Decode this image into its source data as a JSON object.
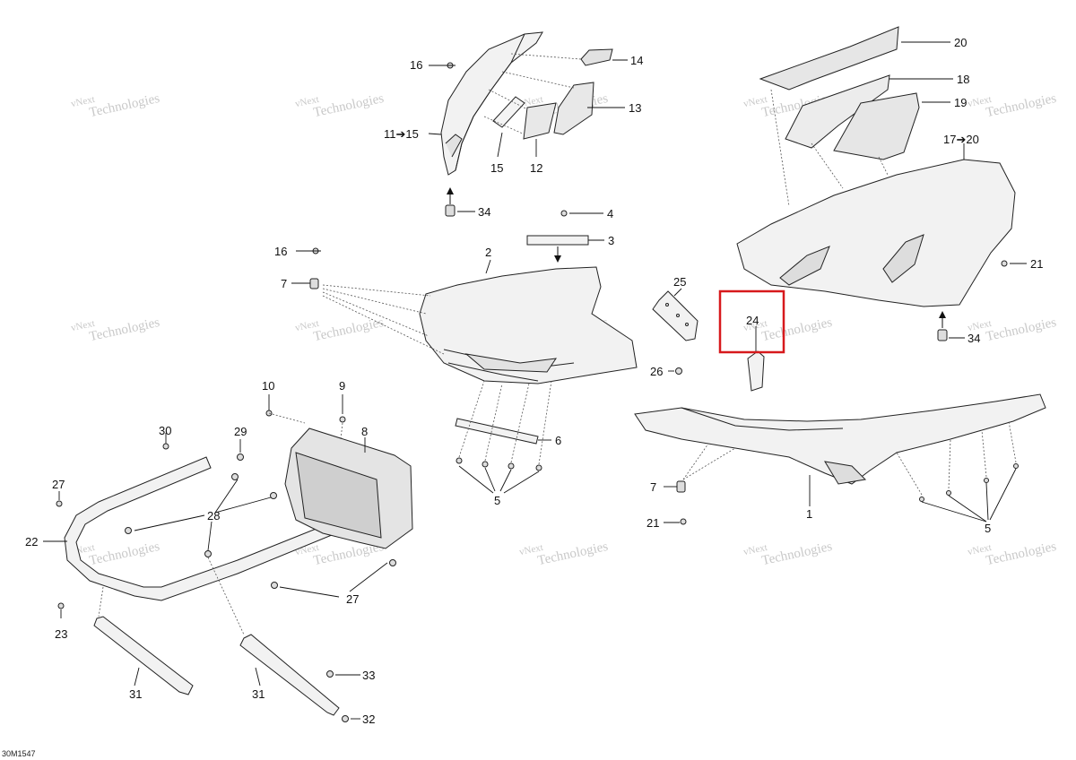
{
  "diagram": {
    "reference_code": "30M1547",
    "watermark": {
      "line1": "vNext",
      "line2": "Technologies",
      "line3": "vNext Technologies"
    },
    "callouts": {
      "c1": "1",
      "c2": "2",
      "c3": "3",
      "c4": "4",
      "c5a": "5",
      "c5b": "5",
      "c6": "6",
      "c7a": "7",
      "c7b": "7",
      "c8": "8",
      "c9": "9",
      "c10": "10",
      "c11_15": "11➔15",
      "c12": "12",
      "c13": "13",
      "c14": "14",
      "c15": "15",
      "c16a": "16",
      "c16b": "16",
      "c17_20": "17➔20",
      "c18": "18",
      "c19": "19",
      "c20": "20",
      "c21a": "21",
      "c21b": "21",
      "c22": "22",
      "c23": "23",
      "c24": "24",
      "c25": "25",
      "c26": "26",
      "c27a": "27",
      "c27b": "27",
      "c28": "28",
      "c29": "29",
      "c30": "30",
      "c31a": "31",
      "c31b": "31",
      "c32": "32",
      "c33": "33",
      "c34a": "34",
      "c34b": "34"
    },
    "highlight": {
      "part": "24",
      "color": "#d7191c"
    },
    "colors": {
      "line": "#222222",
      "watermark": "#c9c9c9",
      "part_fill": "#f2f2f2",
      "part_shade": "#e2e2e2"
    }
  }
}
